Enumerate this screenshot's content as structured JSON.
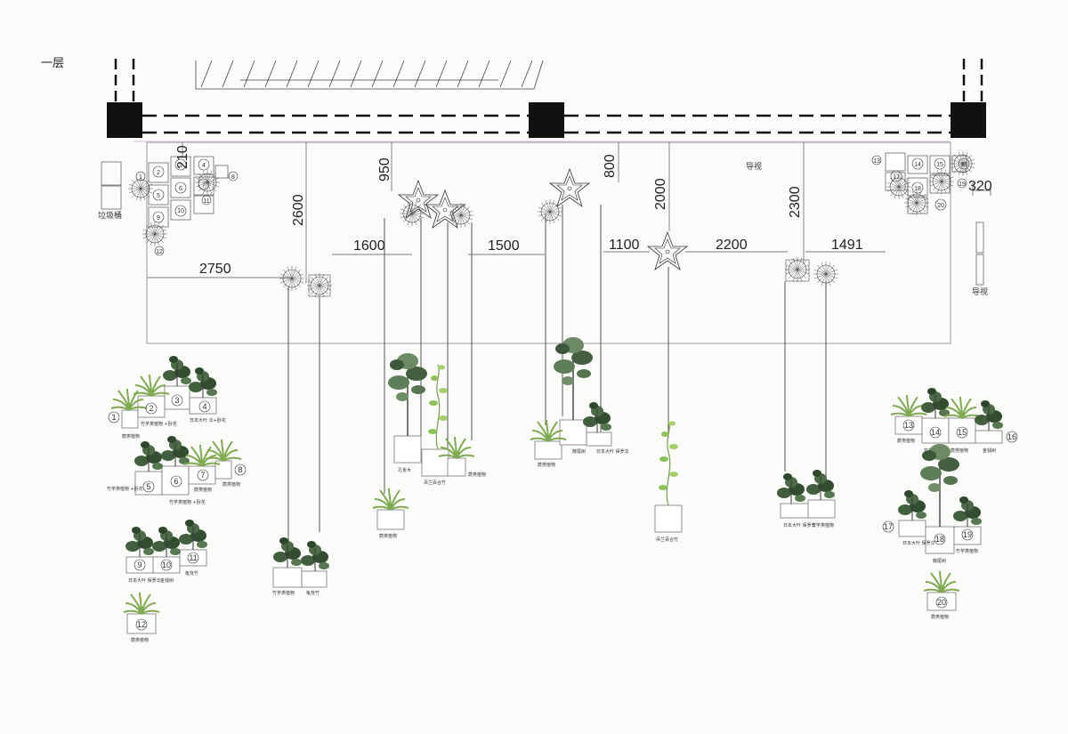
{
  "floor_label": "一层",
  "trash_bin_label": "垃圾桶",
  "guide_labels": [
    "导视",
    "导视"
  ],
  "dimensions": {
    "d210": "210",
    "d950": "950",
    "d800": "800",
    "d2600": "2600",
    "d2000": "2000",
    "d2300": "2300",
    "d320": "320",
    "d1600": "1600",
    "d1500": "1500",
    "d1100": "1100",
    "d2200": "2200",
    "d1491": "1491",
    "d2750": "2750"
  },
  "plan_numbers": [
    "1",
    "2",
    "3",
    "4",
    "5",
    "6",
    "7",
    "8",
    "9",
    "10",
    "11",
    "12",
    "13",
    "14",
    "15",
    "16",
    "17",
    "18",
    "19",
    "20"
  ],
  "legend_left": {
    "group_a": {
      "numbers": [
        "1",
        "2",
        "3",
        "4"
      ],
      "labels": [
        "蕨类植物",
        "竹芋类植物\n+卧花",
        "日本大叶\n伞+卧花"
      ]
    },
    "group_b": {
      "numbers": [
        "5",
        "6",
        "7",
        "8"
      ],
      "labels": [
        "竹芋类植物\n+卧花",
        "竹芋类植物\n+卧花",
        "蕨类植物",
        "蕨类植物"
      ]
    },
    "group_c": {
      "numbers": [
        "9",
        "10",
        "11"
      ],
      "labels": [
        "日本大叶\n保罗伞",
        "金钱树",
        "龟背竹"
      ]
    },
    "group_d": {
      "numbers": [
        "12"
      ],
      "labels": [
        "蕨类植物"
      ]
    }
  },
  "legend_right": {
    "group_a": {
      "numbers": [
        "13",
        "14",
        "15",
        "16"
      ],
      "labels": [
        "蕨类植物",
        "竹芋类植物",
        "蕨类植物",
        "金钱树"
      ]
    },
    "group_b": {
      "numbers": [
        "17",
        "18",
        "19"
      ],
      "labels": [
        "日本大叶\n保罗伞",
        "散尾树",
        "竹芋类植物"
      ]
    },
    "group_c": {
      "numbers": [
        "20"
      ],
      "labels": [
        "蕨类植物"
      ]
    }
  },
  "hanging": {
    "h1": [
      "竹芋类植物",
      "龟背竹"
    ],
    "h2": [
      "孔雀木",
      "吊兰百合竹",
      "蕨类植物",
      "蕨类植物"
    ],
    "h3": [
      "蕨类植物",
      "散尾树",
      "日本大叶\n保罗伞"
    ],
    "h4": [
      "吊兰百合竹"
    ],
    "h5": [
      "日本大叶\n保罗伞",
      "竹芋类植物"
    ]
  },
  "colors": {
    "ink": "#1a1a1a",
    "line": "#555555",
    "leaf_dark": "#3d5a3a",
    "leaf_light": "#9bc26a",
    "accent": "#c38ad0"
  }
}
